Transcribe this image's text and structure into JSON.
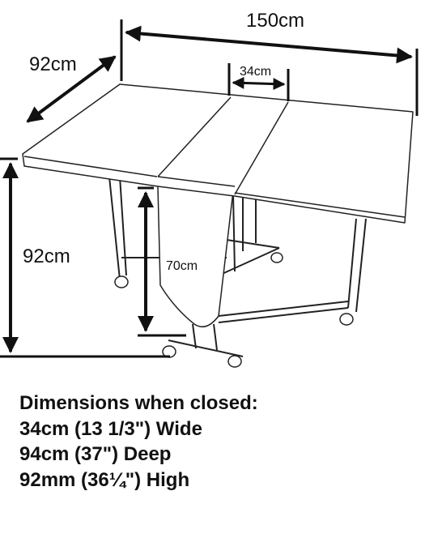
{
  "dimensions": {
    "width_label": "150cm",
    "depth_label": "92cm",
    "leaf_label": "34cm",
    "height_label": "92cm",
    "drop_label": "70cm"
  },
  "caption": {
    "title": "Dimensions when closed:",
    "lines": [
      "34cm (13 1/3\") Wide",
      "94cm (37\") Deep",
      "92mm (36¼\") High"
    ]
  }
}
